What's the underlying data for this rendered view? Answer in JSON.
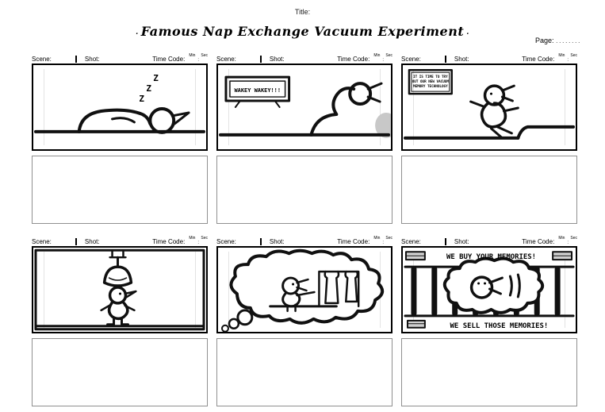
{
  "header": {
    "title_label": "Title:",
    "title": "Famous Nap Exchange Vacuum Experiment",
    "title_prefix": ".",
    "title_suffix": ".",
    "page_label": "Page:",
    "page_dots": "........"
  },
  "panel_header": {
    "scene_label": "Scene:",
    "shot_label": "Shot:",
    "timecode_label": "Time Code:",
    "min_label": "Min",
    "sec_label": "Sec",
    "colon": ":"
  },
  "panels": [
    {
      "sketch": "character-sleeping-with-zzz",
      "texts": {
        "z1": "Z",
        "z2": "Z",
        "z3": "Z"
      }
    },
    {
      "sketch": "tv-sign-wakes-character",
      "texts": {
        "sign": "WAKEY WAKEY!!!"
      }
    },
    {
      "sketch": "announcement-sign-character-leaps",
      "texts": {
        "sign_line1": "IT IS TIME TO TRY",
        "sign_line2": "OUT OUR NEW VACUUM",
        "sign_line3": "MEMORY TECHNOLOGY"
      }
    },
    {
      "sketch": "character-under-hanging-vacuum",
      "texts": {}
    },
    {
      "sketch": "dream-cloud-with-character-and-coat-rack",
      "texts": {}
    },
    {
      "sketch": "memory-ads-cloud",
      "texts": {
        "top": "WE BUY YOUR MEMORIES!",
        "bottom": "WE SELL THOSE MEMORIES!"
      }
    }
  ]
}
